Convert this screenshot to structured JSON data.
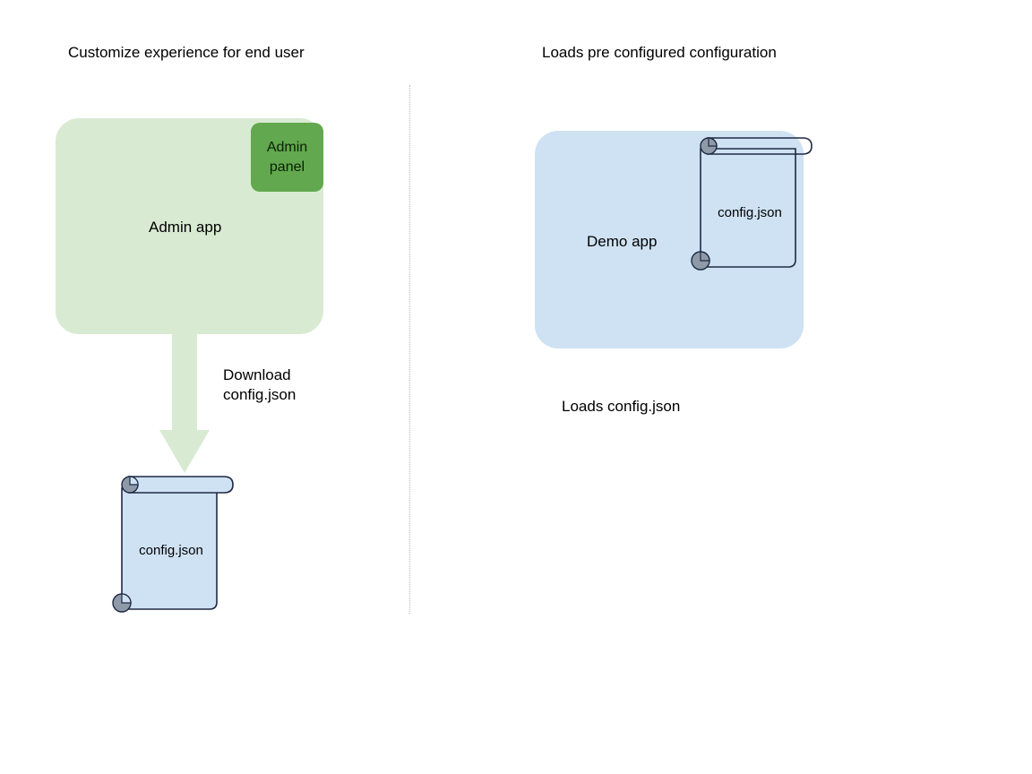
{
  "diagram": {
    "background": "#ffffff",
    "columns": [
      {
        "id": "left",
        "title": "Customize experience for end user",
        "app": {
          "label": "Admin app",
          "fill": "#d9ead3",
          "chip": {
            "label": "Admin\npanel",
            "line1": "Admin",
            "line2": "panel",
            "fill": "#62a84e"
          }
        },
        "arrow": {
          "name": "download-arrow",
          "direction": "down",
          "fill": "#d9ead3",
          "label_line1": "Download",
          "label_line2": "config.json"
        },
        "document": {
          "label": "config.json",
          "fill": "#cfe2f3",
          "stroke": "#1f2a44",
          "roll_fill": "#8f9aa8"
        }
      },
      {
        "id": "right",
        "title": "Loads pre configured configuration",
        "app": {
          "label": "Demo app",
          "fill": "#cfe2f3"
        },
        "document": {
          "label": "config.json",
          "fill": "transparent",
          "stroke": "#1f2a44",
          "roll_fill": "#8f9aa8"
        },
        "caption": "Loads config.json"
      }
    ],
    "divider": {
      "name": "column-divider",
      "style": "dotted",
      "color": "#b9b9b9"
    }
  }
}
